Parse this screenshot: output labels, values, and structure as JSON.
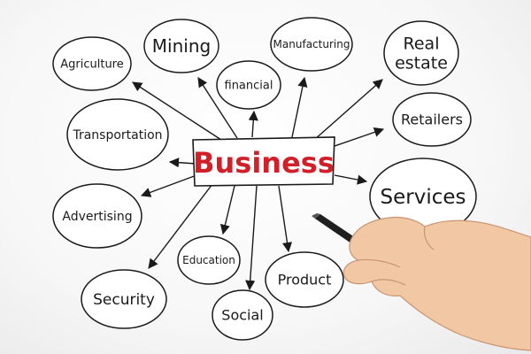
{
  "center": {
    "label": "Business",
    "color": "#d1202a"
  },
  "nodes": [
    {
      "id": "agriculture",
      "label": "Agriculture"
    },
    {
      "id": "mining",
      "label": "Mining"
    },
    {
      "id": "financial",
      "label": "financial"
    },
    {
      "id": "manufacturing",
      "label": "Manufacturing"
    },
    {
      "id": "real-estate",
      "label": "Real estate",
      "lines": [
        "Real",
        "estate"
      ]
    },
    {
      "id": "transportation",
      "label": "Transportation"
    },
    {
      "id": "retailers",
      "label": "Retailers"
    },
    {
      "id": "advertising",
      "label": "Advertising"
    },
    {
      "id": "services",
      "label": "Services"
    },
    {
      "id": "education",
      "label": "Education"
    },
    {
      "id": "product",
      "label": "Product"
    },
    {
      "id": "security",
      "label": "Security"
    },
    {
      "id": "social",
      "label": "Social"
    }
  ],
  "colors": {
    "ink": "#1a1a1a",
    "accent": "#d1202a",
    "box_fill": "#ffffff"
  }
}
